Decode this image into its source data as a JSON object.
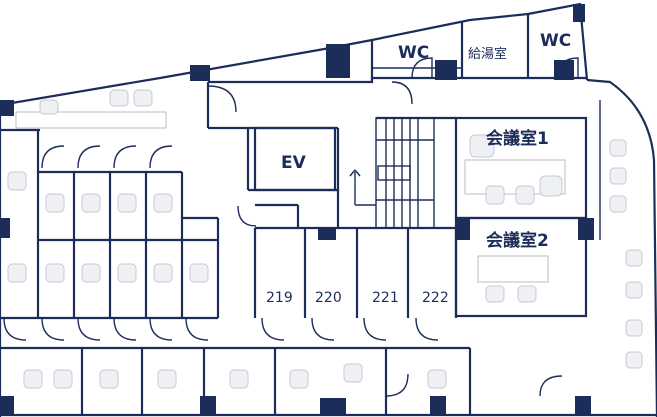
{
  "labels": {
    "wc_left": "WC",
    "kyutoshitsu": "給湯室",
    "wc_right": "WC",
    "ev": "EV",
    "kaigi1": "会議室1",
    "kaigi2": "会議室2",
    "r219": "219",
    "r220": "220",
    "r221": "221",
    "r222": "222"
  },
  "colors": {
    "wall": "#1c2d5a",
    "furniture": "#b8becb"
  }
}
